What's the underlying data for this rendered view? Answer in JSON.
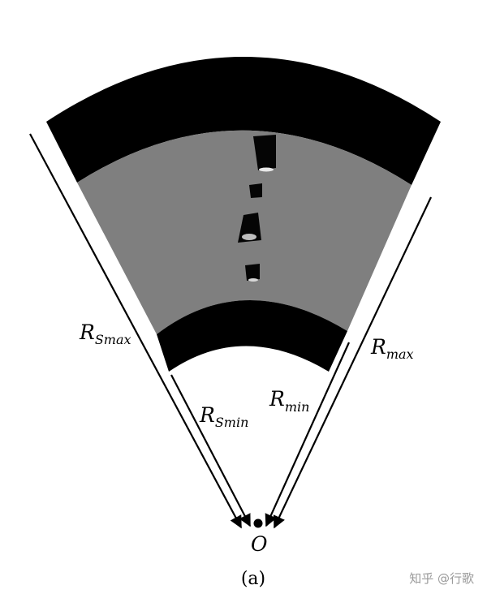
{
  "labels": {
    "r_smax": {
      "base": "R",
      "sub": "Smax"
    },
    "r_smin": {
      "base": "R",
      "sub": "Smin"
    },
    "r_min": {
      "base": "R",
      "sub": "min"
    },
    "r_max": {
      "base": "R",
      "sub": "max"
    },
    "origin": "O"
  },
  "caption": "(a)",
  "watermark": "知乎 @行歌",
  "colors": {
    "outer_band": "#000000",
    "sector": "#7f7f7f",
    "background": "#ffffff"
  }
}
